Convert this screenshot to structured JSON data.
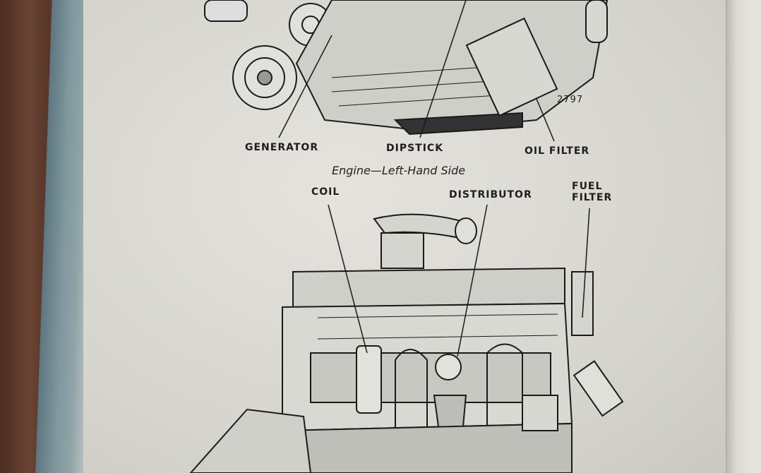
{
  "figure_number": "2797",
  "top_labels": {
    "generator": "GENERATOR",
    "dipstick": "DIPSTICK",
    "oil_filter": "OIL FILTER"
  },
  "caption": "Engine—Left-Hand Side",
  "bottom_labels": {
    "coil": "COIL",
    "distributor": "DISTRIBUTOR",
    "fuel_filter_1": "FUEL",
    "fuel_filter_2": "FILTER"
  }
}
